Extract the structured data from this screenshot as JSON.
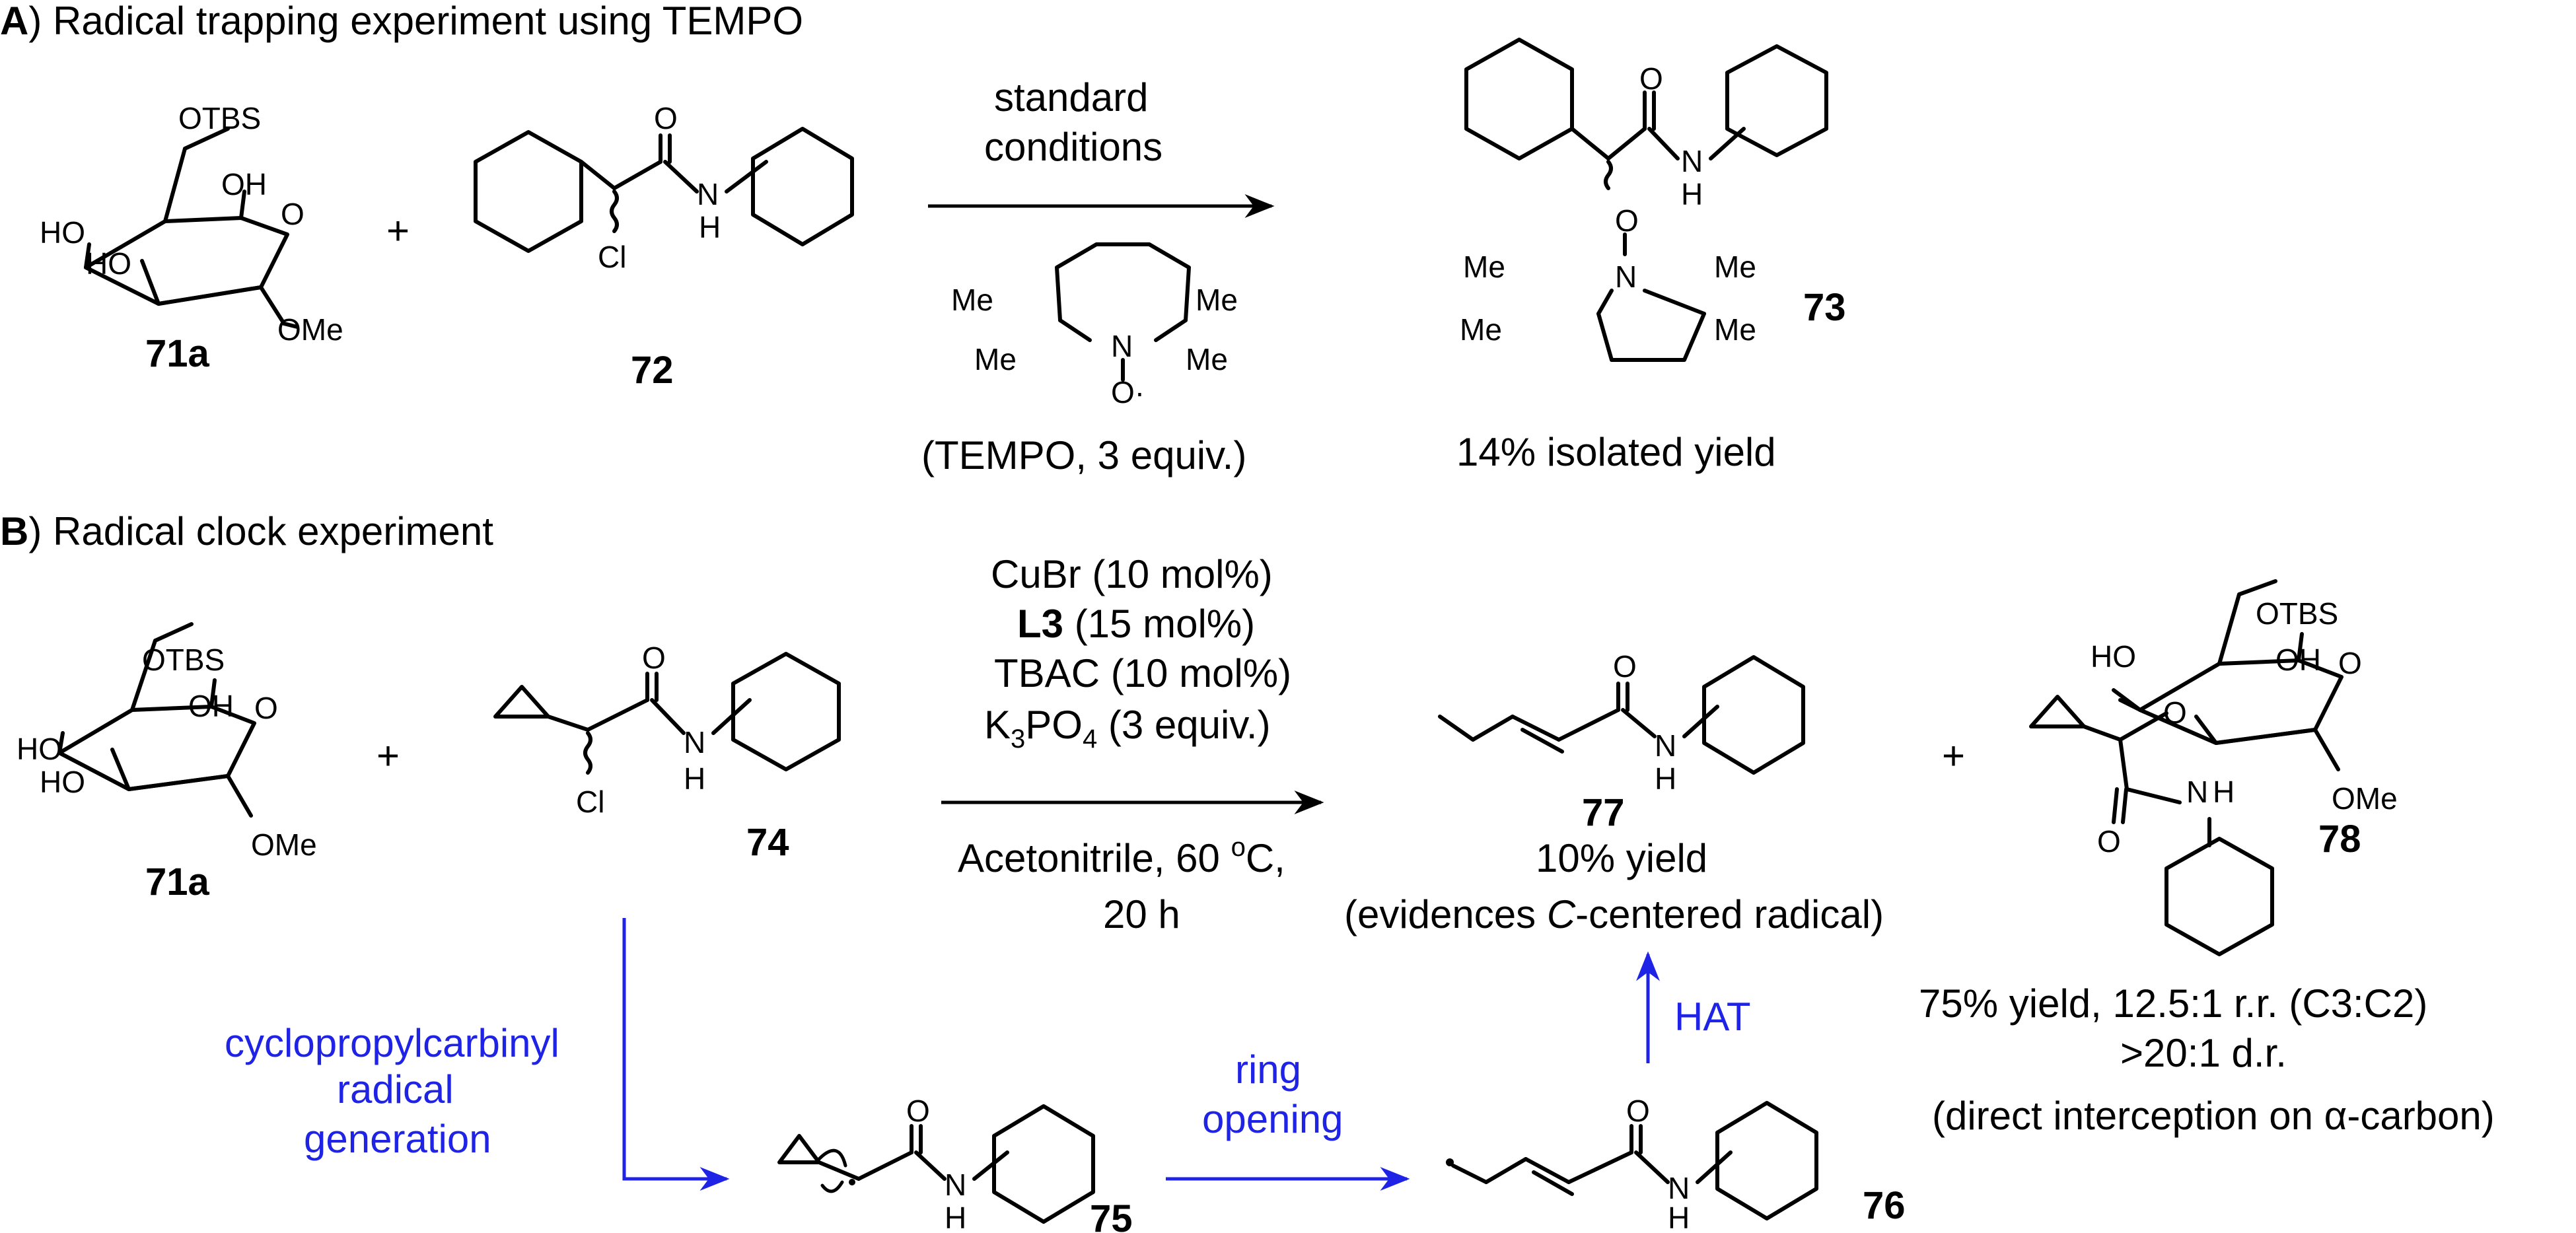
{
  "section_a": {
    "letter": "A",
    "title": ") Radical trapping experiment using TEMPO",
    "reactant1": {
      "label": "71a",
      "atoms": {
        "otbs": "OTBS",
        "oh_top": "OH",
        "o_ring": "O",
        "ho_left": "HO",
        "ho_bottom": "HO",
        "ome": "OMe"
      }
    },
    "plus": "+",
    "reactant2": {
      "label": "72",
      "atoms": {
        "o": "O",
        "n": "N",
        "h": "H",
        "cl": "Cl"
      }
    },
    "conditions_line1": "standard",
    "conditions_line2": "conditions",
    "tempo_atoms": {
      "me1": "Me",
      "me2": "Me",
      "me3": "Me",
      "me4": "Me",
      "n": "N",
      "o_radical": "O·"
    },
    "tempo_caption": "(TEMPO, 3 equiv.)",
    "product": {
      "label": "73",
      "atoms": {
        "o_carbonyl": "O",
        "n": "N",
        "h": "H",
        "o_link": "O",
        "n_ring": "N",
        "me1": "Me",
        "me2": "Me",
        "me3": "Me",
        "me4": "Me"
      }
    },
    "product_yield": "14% isolated yield"
  },
  "section_b": {
    "letter": "B",
    "title": ") Radical clock experiment",
    "reactant1": {
      "label": "71a",
      "atoms": {
        "otbs": "OTBS",
        "oh_top": "OH",
        "o_ring": "O",
        "ho_left": "HO",
        "ho_bottom": "HO",
        "ome": "OMe"
      }
    },
    "plus1": "+",
    "reactant2": {
      "label": "74",
      "atoms": {
        "o": "O",
        "n": "N",
        "h": "H",
        "cl": "Cl"
      }
    },
    "conditions": {
      "line1": "CuBr (10 mol%)",
      "line2_bold": "L3",
      "line2_rest": " (15 mol%)",
      "line3": "TBAC (10 mol%)",
      "line4_a": "K",
      "line4_sub": "3",
      "line4_b": "PO",
      "line4_sub2": "4",
      "line4_c": " (3 equiv.)",
      "line5": "Acetonitrile, 60 ",
      "line5_sup": "o",
      "line5_end": "C,",
      "line6": "20 h"
    },
    "product77": {
      "label": "77",
      "atoms": {
        "o": "O",
        "n": "N",
        "h": "H"
      },
      "yield": "10% yield",
      "note_a": "(evidences ",
      "note_italic": "C",
      "note_b": "-centered radical)"
    },
    "plus2": "+",
    "product78": {
      "label": "78",
      "atoms": {
        "otbs": "OTBS",
        "ho": "HO",
        "oh": "OH",
        "o_ring": "O",
        "o_link": "O",
        "ome": "OMe",
        "o_carbonyl": "O",
        "n": "N",
        "h": "H"
      },
      "line1": "75% yield, 12.5:1 r.r. (C3:C2)",
      "line2": ">20:1 d.r.",
      "line3_a": "(direct interception on ",
      "line3_alpha": "α",
      "line3_b": "-carbon)"
    },
    "mechanism": {
      "step1_line1": "cyclopropylcarbinyl",
      "step1_line2": "radical",
      "step1_line3": "generation",
      "intermediate75": {
        "label": "75",
        "atoms": {
          "o": "O",
          "n": "N",
          "h": "H"
        }
      },
      "step2_line1": "ring",
      "step2_line2": "opening",
      "intermediate76": {
        "label": "76",
        "atoms": {
          "o": "O",
          "n": "N",
          "h": "H"
        }
      },
      "step3": "HAT"
    },
    "colors": {
      "mechanism": "#1f23e6",
      "text": "#000000"
    }
  }
}
